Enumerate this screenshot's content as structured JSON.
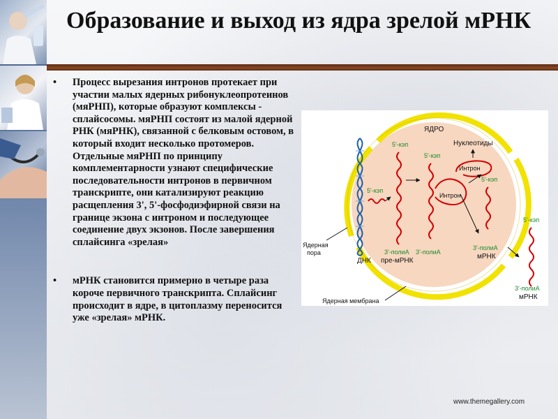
{
  "slide": {
    "title": "Образование и выход из ядра зрелой мРНК",
    "bullet_symbol": "•",
    "bullets": [
      "Процесс вырезания интронов протекает при участии малых ядерных рибонуклеопротеинов (мяРНП), которые образуют комплексы - сплайсосомы. мяРНП состоят из малой ядерной РНК (мяРНК), связанной с белковым остовом, в который входит несколько протомеров. Отдельные мяРНП по принципу комплементарности узнают специфические последовательности интронов в первичном транскрипте, они катализируют реакцию расщепления 3', 5'-фосфодиэфирной связи на границе экзона с интроном и последующее соединение двух экзонов. После завершения сплайсинга «зрелая»",
      "мРНК становится примерно в четыре раза короче первичного транскрипта. Сплайсинг происходит в ядре, в цитоплазму переносится уже «зрелая» мРНК."
    ],
    "footer": "www.themegallery.com"
  },
  "diagram": {
    "nucleus": "ЯДРО",
    "nucleotides": "Нуклеотиды",
    "cap_5": "5'-кэп",
    "intron": "Интрон",
    "polya_3": "3'-полиА",
    "dna": "ДНК",
    "pre_mrna": "пре-мРНК",
    "mrna": "мРНК",
    "nuclear_pore_line1": "Ядерная",
    "nuclear_pore_line2": "пора",
    "nuclear_membrane": "Ядерная мембрана"
  }
}
